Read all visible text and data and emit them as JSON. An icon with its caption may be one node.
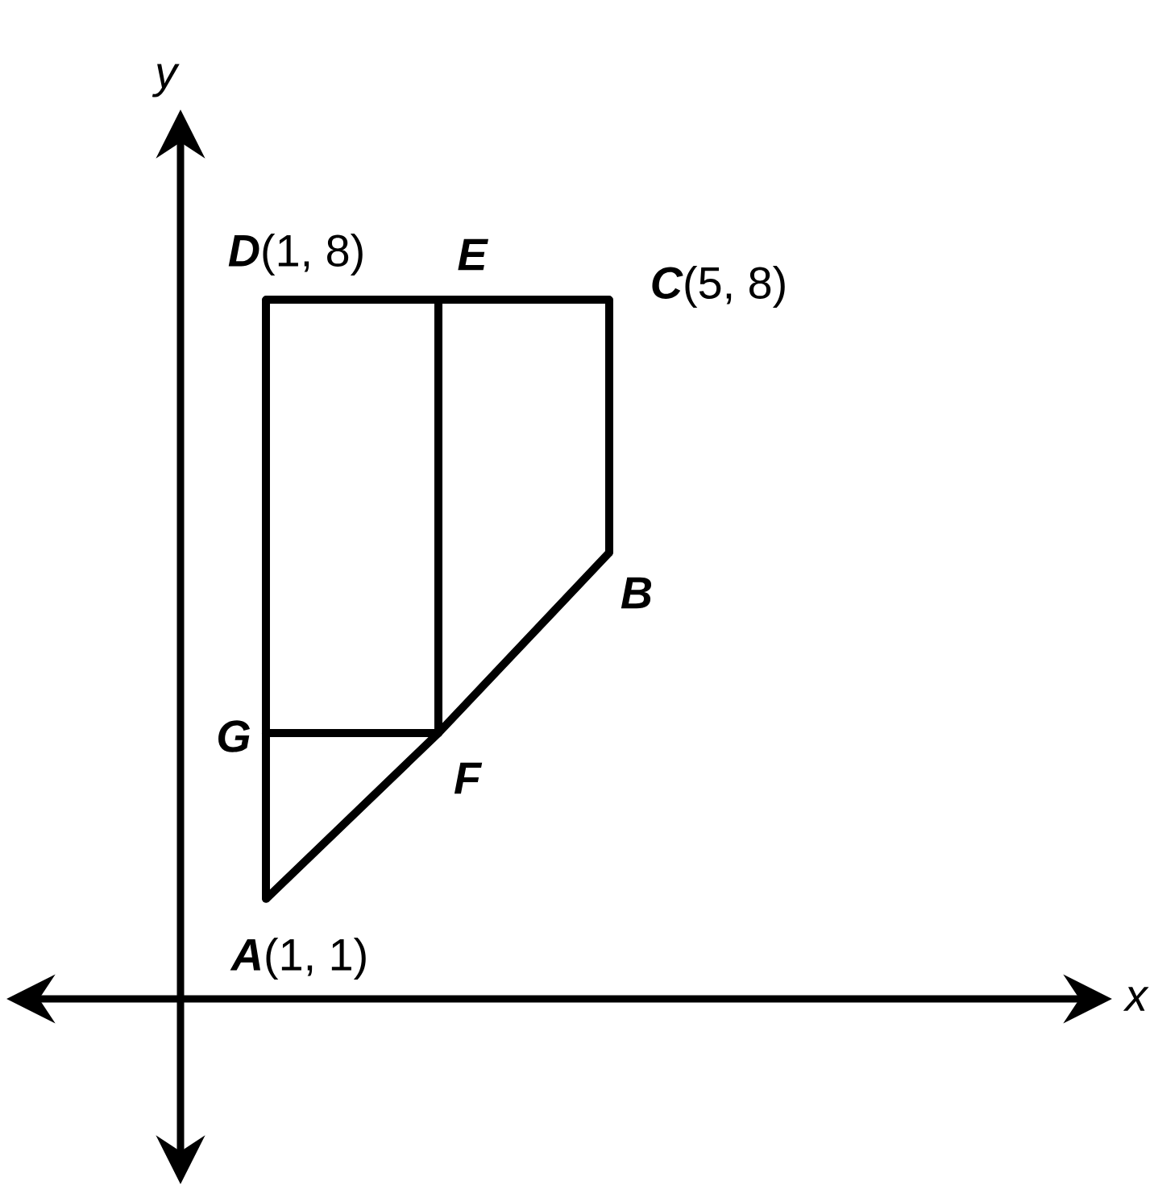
{
  "diagram": {
    "nodes": [
      {
        "text": [
          "D",
          "(1, 8)"
        ]
      },
      {
        "text": [
          "E"
        ]
      },
      {
        "text": [
          "C",
          "(5, 8)"
        ]
      },
      {
        "text": [
          "B"
        ]
      },
      {
        "text": [
          "G"
        ]
      },
      {
        "text": [
          "F"
        ]
      },
      {
        "text": [
          "A",
          "(1, 1)"
        ]
      }
    ],
    "edges": [
      {
        "from": 0,
        "to": 1,
        "arrow": "none"
      },
      {
        "from": 1,
        "to": 2,
        "arrow": "none"
      },
      {
        "from": 2,
        "to": 3,
        "arrow": "none"
      },
      {
        "from": 3,
        "to": 5,
        "arrow": "none"
      },
      {
        "from": 5,
        "to": 6,
        "arrow": "none"
      },
      {
        "from": 6,
        "to": 4,
        "arrow": "none"
      },
      {
        "from": 4,
        "to": 0,
        "arrow": "none"
      },
      {
        "from": 1,
        "to": 5,
        "arrow": "none"
      },
      {
        "from": 4,
        "to": 5,
        "arrow": "none"
      }
    ],
    "labels": [
      "y",
      "x"
    ]
  }
}
